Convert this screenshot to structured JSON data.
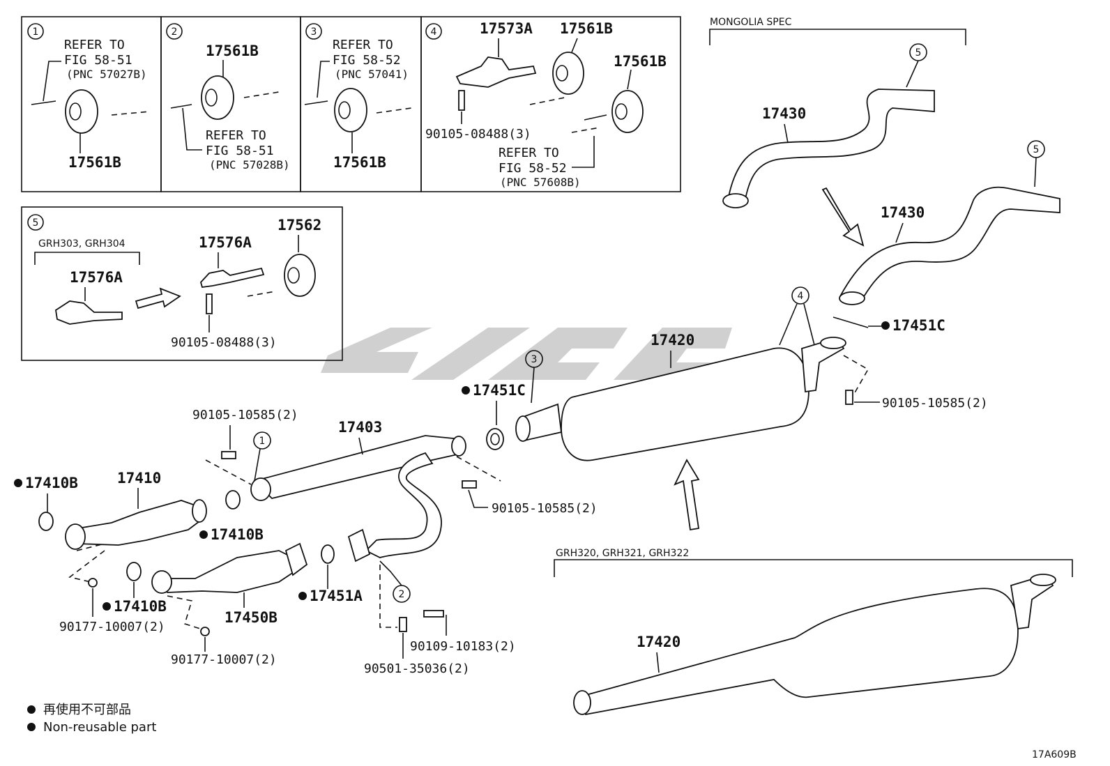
{
  "watermark": "CMC",
  "figure_id": "17A609B",
  "legend": {
    "symbol": "●",
    "line_jp": "再使用不可部品",
    "line_en": "Non-reusable part"
  },
  "insets": {
    "i1": {
      "num": "1",
      "ref": [
        "REFER TO",
        "FIG 58-51",
        "(PNC 57027B)"
      ],
      "part": "17561B"
    },
    "i2": {
      "num": "2",
      "part": "17561B",
      "ref": [
        "REFER TO",
        "FIG 58-51",
        "(PNC 57028B)"
      ]
    },
    "i3": {
      "num": "3",
      "ref": [
        "REFER TO",
        "FIG 58-52",
        "(PNC 57041)"
      ],
      "part": "17561B"
    },
    "i4": {
      "num": "4",
      "p1": "17573A",
      "p2": "17561B",
      "p3": "17561B",
      "bolt": "90105-08488(3)",
      "ref": [
        "REFER TO",
        "FIG 58-52",
        "(PNC 57608B)"
      ]
    },
    "i5": {
      "num": "5",
      "variant": "GRH303, GRH304",
      "p_old": "17576A",
      "p_new": "17576A",
      "p_iso": "17562",
      "bolt": "90105-08488(3)"
    }
  },
  "variants": {
    "mongolia": "MONGOLIA SPEC",
    "grh320": "GRH320, GRH321, GRH322"
  },
  "callouts": {
    "c1": "1",
    "c2": "2",
    "c3": "3",
    "c4": "4",
    "c5a": "5",
    "c5b": "5"
  },
  "parts": {
    "p17430a": "17430",
    "p17430b": "17430",
    "p17420a": "17420",
    "p17420b": "17420",
    "p17451c_r": "17451C",
    "p17451c_l": "17451C",
    "p17403": "17403",
    "p17410": "17410",
    "p17410b_1": "17410B",
    "p17410b_2": "17410B",
    "p17410b_3": "17410B",
    "p17450b": "17450B",
    "p17451a": "17451A",
    "b90105_1": "90105-10585(2)",
    "b90105_2": "90105-10585(2)",
    "b90105_3": "90105-10585(2)",
    "n90177_1": "90177-10007(2)",
    "n90177_2": "90177-10007(2)",
    "b90109": "90109-10183(2)",
    "s90501": "90501-35036(2)"
  }
}
